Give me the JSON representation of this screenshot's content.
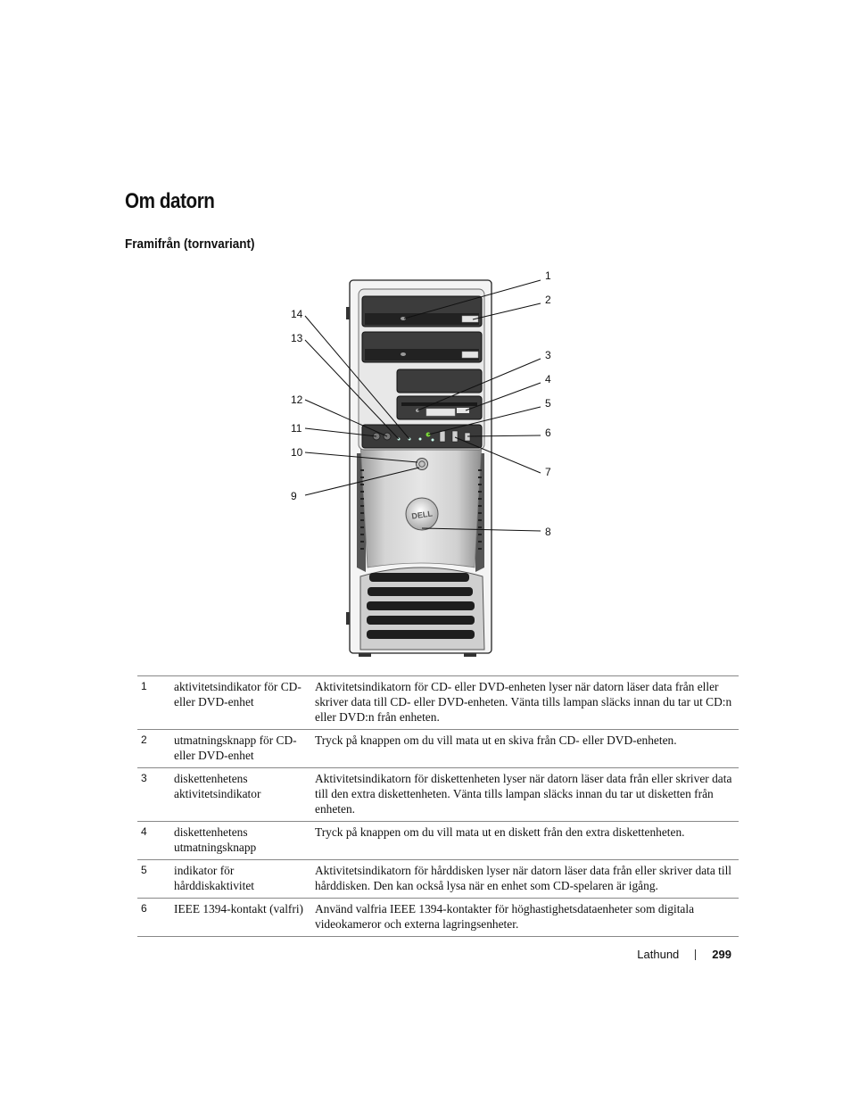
{
  "heading": "Om datorn",
  "subheading": "Framifrån (tornvariant)",
  "figure": {
    "callouts": [
      "1",
      "2",
      "3",
      "4",
      "5",
      "6",
      "7",
      "8",
      "9",
      "10",
      "11",
      "12",
      "13",
      "14"
    ],
    "logo_text": "DELL"
  },
  "table": {
    "rows": [
      {
        "num": "1",
        "name": "aktivitetsindikator för CD- eller DVD-enhet",
        "desc": "Aktivitetsindikatorn för CD- eller DVD-enheten lyser när datorn läser data från eller skriver data till CD- eller DVD-enheten. Vänta tills lampan släcks innan du tar ut CD:n eller DVD:n från enheten."
      },
      {
        "num": "2",
        "name": "utmatningsknapp för CD- eller DVD-enhet",
        "desc": "Tryck på knappen om du vill mata ut en skiva från CD- eller DVD-enheten."
      },
      {
        "num": "3",
        "name": "diskettenhetens aktivitetsindikator",
        "desc": "Aktivitetsindikatorn för diskettenheten lyser när datorn läser data från eller skriver data till den extra diskettenheten. Vänta tills lampan släcks innan du tar ut disketten från enheten."
      },
      {
        "num": "4",
        "name": "diskettenhetens utmatningsknapp",
        "desc": "Tryck på knappen om du vill mata ut en diskett från den extra diskettenheten."
      },
      {
        "num": "5",
        "name": "indikator för hårddiskaktivitet",
        "desc": "Aktivitetsindikatorn för hårddisken lyser när datorn läser data från eller skriver data till hårddisken. Den kan också lysa när en enhet som CD-spelaren är igång."
      },
      {
        "num": "6",
        "name": "IEEE 1394-kontakt (valfri)",
        "desc": "Använd valfria IEEE 1394-kontakter för höghastighetsdataenheter som digitala videokameror och externa lagringsenheter."
      }
    ]
  },
  "footer": {
    "section": "Lathund",
    "page": "299"
  }
}
